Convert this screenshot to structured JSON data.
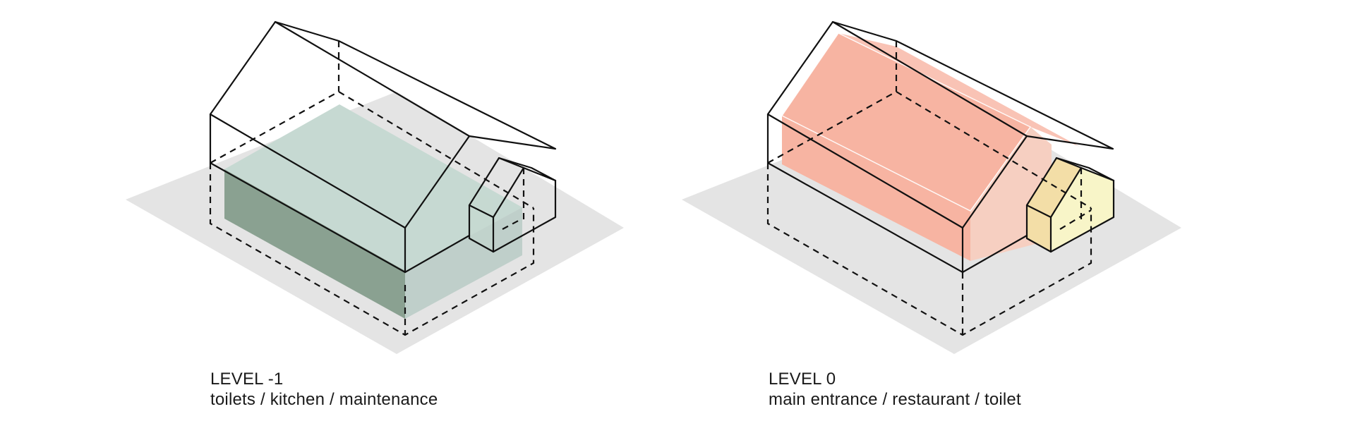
{
  "levels": [
    {
      "title": "LEVEL -1",
      "description": "toilets / kitchen / maintenance",
      "colors": {
        "floor": "#c6d9d2",
        "front": "#8aa191",
        "side": "#bfcfca",
        "annex": "#c6d9d2"
      }
    },
    {
      "title": "LEVEL 0",
      "description": "main entrance / restaurant / toilet",
      "colors": {
        "floor": "#f7b4a2",
        "front": "#f7b4a2",
        "side": "#f6cfc1",
        "annex_roof": "#f3dea7",
        "annex_side": "#f8f5c8"
      }
    }
  ],
  "colors": {
    "ground": "#e4e4e4",
    "line": "#111111",
    "text": "#1a1a1a"
  }
}
